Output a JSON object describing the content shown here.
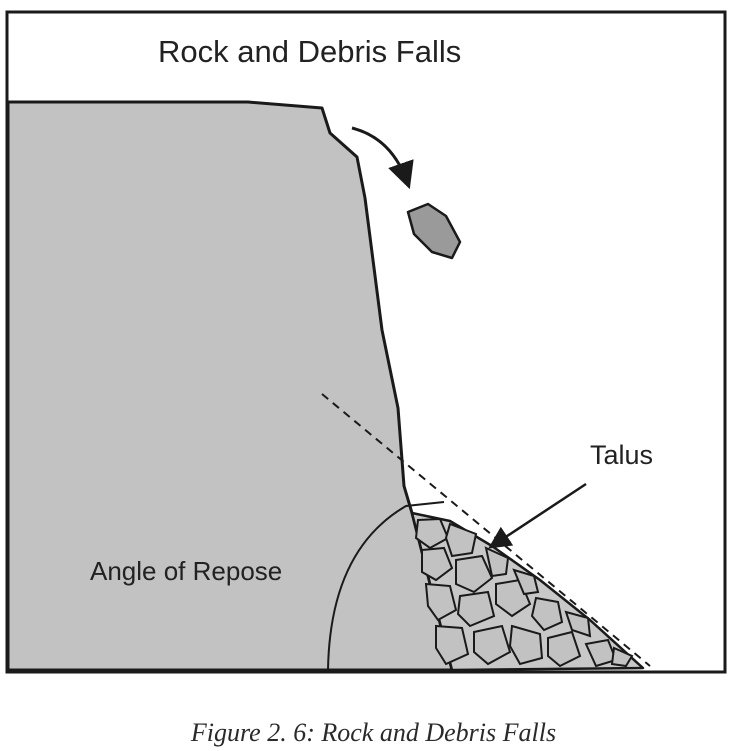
{
  "figure": {
    "title": "Rock and Debris Falls",
    "labels": {
      "talus": "Talus",
      "angle_of_repose": "Angle of Repose"
    },
    "caption": "Figure 2. 6: Rock and Debris Falls",
    "colors": {
      "rock_fill": "#c2c2c2",
      "rock_dark": "#9a9a9a",
      "stroke": "#1a1a1a",
      "background": "#ffffff"
    }
  }
}
